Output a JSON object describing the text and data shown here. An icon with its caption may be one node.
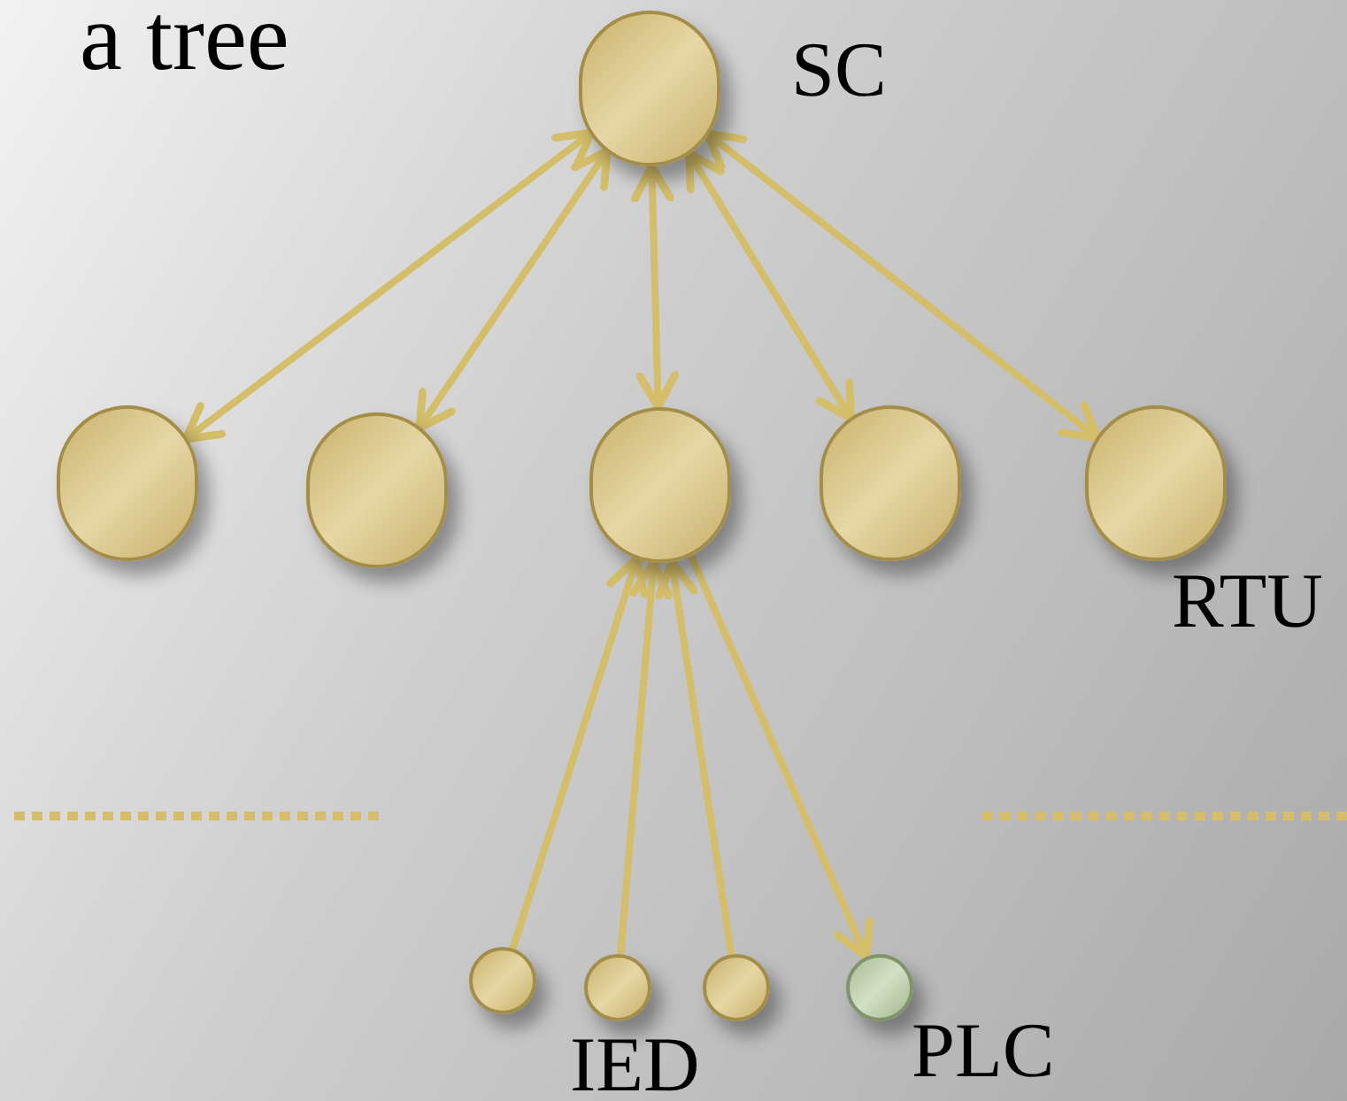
{
  "diagram": {
    "title": "a tree",
    "nodes": [
      {
        "text": [],
        "shape": "circle",
        "beside": [
          "SC"
        ]
      },
      {
        "text": [],
        "shape": "circle"
      },
      {
        "text": [],
        "shape": "circle"
      },
      {
        "text": [],
        "shape": "circle"
      },
      {
        "text": [],
        "shape": "circle"
      },
      {
        "text": [],
        "shape": "circle",
        "beside": [
          "RTU"
        ]
      },
      {
        "text": [],
        "shape": "circle"
      },
      {
        "text": [],
        "shape": "circle",
        "beside": [
          "IED"
        ]
      },
      {
        "text": [],
        "shape": "circle"
      },
      {
        "text": [],
        "shape": "circle",
        "beside": [
          "PLC"
        ]
      }
    ],
    "edges": [
      {
        "from": 0,
        "to": 1,
        "arrow": "both"
      },
      {
        "from": 0,
        "to": 2,
        "arrow": "both"
      },
      {
        "from": 0,
        "to": 3,
        "arrow": "both"
      },
      {
        "from": 0,
        "to": 4,
        "arrow": "both"
      },
      {
        "from": 0,
        "to": 5,
        "arrow": "both"
      },
      {
        "from": 6,
        "to": 3,
        "arrow": "to"
      },
      {
        "from": 7,
        "to": 3,
        "arrow": "to"
      },
      {
        "from": 8,
        "to": 3,
        "arrow": "to"
      },
      {
        "from": 3,
        "to": 9,
        "arrow": "to"
      }
    ]
  }
}
